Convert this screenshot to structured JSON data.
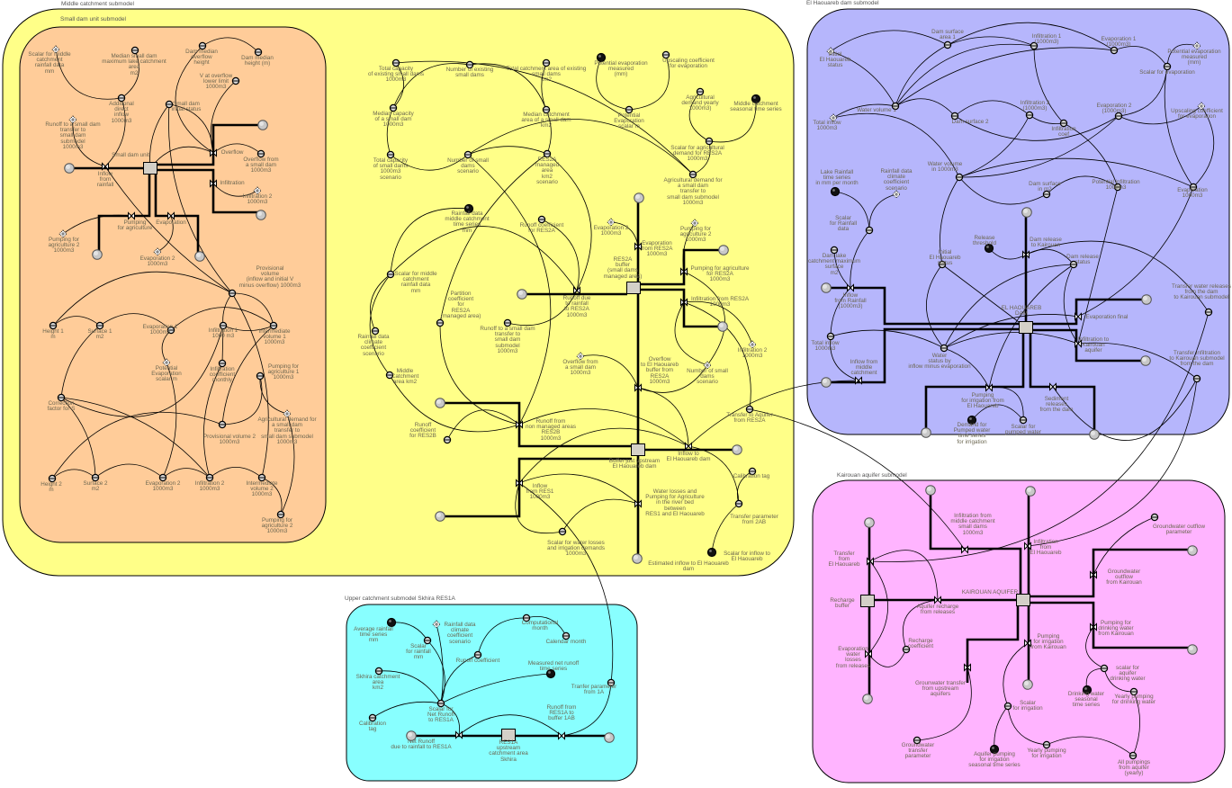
{
  "titles": {
    "middle": "Middle catchment submodel",
    "small_dam": "Small dam unit submodel",
    "haouareb": "El Haouareb dam submodel",
    "kairouan": "Kairouan aquifer submodel",
    "upper": "Upper catchment submodel Skhira RES1A"
  },
  "colors": {
    "middle": "#ffff88",
    "small_dam": "#ffcc99",
    "haouareb": "#b6b6fc",
    "kairouan": "#ffb4ff",
    "upper": "#88ffff",
    "stock": "#d4d0c8",
    "cloud": "#c8c8c8"
  },
  "nodes": {
    "sd-scalar-rain": {
      "label": "Scalar for middle\ncatchment\nrainfall data\nmm",
      "icon": "ghost"
    },
    "sd-median-area": {
      "label": "Median small dam\nmaximum lake catchment\narea\nm2",
      "icon": "conv"
    },
    "sd-overflow-height": {
      "label": "Dam median\noverflow\nheight",
      "icon": "conv"
    },
    "sd-median-height": {
      "label": "Dam median\nheight (m)",
      "icon": "conv"
    },
    "sd-v-overflow": {
      "label": "V at overflow\nlower limit\n1000m3",
      "icon": "conv"
    },
    "sd-additional-inflow": {
      "label": "Additional\ndirect\ninflow\n1000m3",
      "icon": "conv"
    },
    "sd-initial-status": {
      "label": "Small dam\ninitial status",
      "icon": "conv"
    },
    "sd-runoff-transfer": {
      "label": "Runoff to a small dam\ntransfer to\nsmall dam\nsubmodel\n1000m3",
      "icon": "ghost"
    },
    "sd-stock": {
      "label": "Small dam unit",
      "icon": "stock"
    },
    "sd-inflow-rain": {
      "label": "Inflow\nfrom\nrainfall",
      "icon": "valve"
    },
    "sd-overflow": {
      "label": "Overflow",
      "icon": "valve"
    },
    "sd-overflow-from": {
      "label": "Overflow from\na small dam\n1000m3",
      "icon": "conv"
    },
    "sd-infiltration": {
      "label": "Infiltration",
      "icon": "valve"
    },
    "sd-infiltration2-ghost": {
      "label": "Infiltration 2\n1000m3",
      "icon": "ghost"
    },
    "sd-pumping": {
      "label": "Pumping\nfor agriculture",
      "icon": "valve"
    },
    "sd-evaporation": {
      "label": "Evaporation",
      "icon": "valve"
    },
    "sd-pumping2-ghost": {
      "label": "Pumping for\nagriculture 2\n1000m3",
      "icon": "ghost"
    },
    "sd-evaporation2-ghost": {
      "label": "Evaporation 2\n1000m3",
      "icon": "ghost"
    },
    "sd-provisional": {
      "label": "Provisional\nvolume\n(inflow and initial V\nminus overflow) 1000m3",
      "icon": "conv"
    },
    "sd-height1": {
      "label": "Height 1\nm",
      "icon": "conv"
    },
    "sd-surface1": {
      "label": "Surface 1\nm2",
      "icon": "conv"
    },
    "sd-evap1": {
      "label": "Evaporation 1\n1000m3",
      "icon": "conv"
    },
    "sd-infil1": {
      "label": "Infiltration 1\n1000 m3",
      "icon": "conv"
    },
    "sd-intermediate1": {
      "label": "Intermediate\nvolume 1\n1000m3",
      "icon": "conv"
    },
    "sd-pot-evap": {
      "label": "Potential\nEvaporation\nscalar m",
      "icon": "ghost"
    },
    "sd-infil-coef": {
      "label": "Infiltration\ncoefficient\nmonthly",
      "icon": "conv"
    },
    "sd-pumping1": {
      "label": "Pumping for\nagriculture 1\n1000m3",
      "icon": "conv"
    },
    "sd-correction": {
      "label": "Correction\nfactor for S",
      "icon": "conv"
    },
    "sd-agri-demand": {
      "label": "Agricultural demand for\na small dam\ntransfer to\nsmall dam submodel\n1000m3",
      "icon": "ghost"
    },
    "sd-provisional2": {
      "label": "Provisional volume 2\n1000m3",
      "icon": "conv"
    },
    "sd-height2": {
      "label": "Height 2\nm",
      "icon": "conv"
    },
    "sd-surface2": {
      "label": "Surface 2\nm2",
      "icon": "conv"
    },
    "sd-evap2": {
      "label": "Evaporation 2\n1000m3",
      "icon": "conv"
    },
    "sd-infil2": {
      "label": "Infiltration 2\n1000m3",
      "icon": "conv"
    },
    "sd-intermediate2": {
      "label": "Intermediate\nvolume 2\n1000m3",
      "icon": "conv"
    },
    "sd-pumping2": {
      "label": "Pumping for\nagriculture 2\n1000m3",
      "icon": "conv"
    },
    "mc-total-cap-existing": {
      "label": "Total capacity\nof existing small dams\n1000m3",
      "icon": "conv"
    },
    "mc-number-existing": {
      "label": "Number of existing\nsmall dams",
      "icon": "conv"
    },
    "mc-total-area-existing": {
      "label": "Total catchment area of existing\nsmall dams\nkm2",
      "icon": "conv"
    },
    "mc-pot-evap-measured": {
      "label": "Potential evaporation\nmeasured\n(mm)",
      "icon": "data"
    },
    "mc-upscaling": {
      "label": "Upscaling coefficient\nfor evaporation",
      "icon": "conv"
    },
    "mc-median-cap": {
      "label": "Median capacity\nof a small dam\n1000m3",
      "icon": "conv"
    },
    "mc-median-area": {
      "label": "Median catchment\narea of a small dam\nkm2",
      "icon": "conv"
    },
    "mc-pot-evap-scalar": {
      "label": "Potential\nEvaporation\nscalar m",
      "icon": "conv"
    },
    "mc-agri-yearly": {
      "label": "Agricultural\ndemand yearly\n1000m3)",
      "icon": "conv"
    },
    "mc-seasonal": {
      "label": "Middle catchment\nseasonal time series",
      "icon": "data"
    },
    "mc-total-cap-scenario": {
      "label": "Total capacity\nof small dams\n1000m3\nscenario",
      "icon": "conv"
    },
    "mc-number-scenario": {
      "label": "Number of small\ndams\nscenario",
      "icon": "conv"
    },
    "mc-res2a-area": {
      "label": "RES2A\nmanaged\narea\nkm2\nscenario",
      "icon": "conv"
    },
    "mc-scalar-agri": {
      "label": "Scalar for agricultural\ndemand for RES2A\n1000m3",
      "icon": "conv"
    },
    "mc-agri-demand": {
      "label": "Agricultural demand for\na small dam\ntransfer to\nsmall dam submodel\n1000m3",
      "icon": "conv"
    },
    "mc-rain-series": {
      "label": "Rainfall data\nmiddle catchment\ntime series\nmm",
      "icon": "data"
    },
    "mc-runoff-coef-2a": {
      "label": "Runoff coefficient\nfor RES2A",
      "icon": "conv"
    },
    "mc-evap2-ghost": {
      "label": "Evaporation 2\n1000m3",
      "icon": "ghost"
    },
    "mc-pump2-ghost": {
      "label": "Pumping for\nagriculture 2\n1000m3",
      "icon": "ghost"
    },
    "mc-evap-res2a": {
      "label": "Evaporation\nfrom RES2A\n1000m3",
      "icon": "valve"
    },
    "mc-res2a-stock": {
      "label": "RES2A\nbuffer\n(small dams\nmanaged area)",
      "icon": "stock"
    },
    "mc-pump-res2a": {
      "label": "Pumping for agriculture\nfor RES2A\n1000m3",
      "icon": "valve"
    },
    "mc-infil-res2a": {
      "label": "Infiltration from RES2A\n1000m3",
      "icon": "valve"
    },
    "mc-scalar-rain": {
      "label": "Scalar for middle\ncatchment\nrainfall data\nmm",
      "icon": "conv"
    },
    "mc-partition": {
      "label": "Partition\ncoefficient\nfor\nRES2A\n(managed area)",
      "icon": "conv"
    },
    "mc-runoff-res2a": {
      "label": "Runoff due\nto rainfall\nto RES2A\n1000m3",
      "icon": "valve"
    },
    "mc-runoff-transfer": {
      "label": "Runoff to a small dam\ntransfer to\nsmall dam\nsubmodel\n1000m3",
      "icon": "conv"
    },
    "mc-rain-climate": {
      "label": "Rainfall data\nclimate\ncoefficient\nscenario",
      "icon": "conv"
    },
    "mc-infil2-ghost": {
      "label": "Infiltration 2\n1000m3",
      "icon": "ghost"
    },
    "mc-overflow-ghost": {
      "label": "Overflow from\na small dam\n1000m3",
      "icon": "ghost"
    },
    "mc-overflow-haouareb": {
      "label": "Overflow\nto El Haouareb\nbuffer from\nRES2A\n1000m3",
      "icon": "valve"
    },
    "mc-number-ghost": {
      "label": "Number of small\ndams\nscenario",
      "icon": "ghost"
    },
    "mc-catchment-area": {
      "label": "Middle\nCatchment\narea km2",
      "icon": "conv"
    },
    "mc-runoff-res2b": {
      "label": "Runoff from\nnon managed areas\nRES2B\n1000m3",
      "icon": "valve"
    },
    "mc-runoff-coef-2b": {
      "label": "Runoff\ncoefficient\nfor RES2B",
      "icon": "conv"
    },
    "mc-buffer-stock": {
      "label": "Buffer just upstream\nEl Haouareb dam",
      "icon": "stock"
    },
    "mc-inflow-haouareb": {
      "label": "Inflow to\nEl Haouareb dam",
      "icon": "valve"
    },
    "mc-transfer-aquifer": {
      "label": "Transfer to Aquifer\nfrom RES2A",
      "icon": "conv"
    },
    "mc-inflow-res1": {
      "label": "Inflow\nfrom RES1\n1000m3",
      "icon": "valve"
    },
    "mc-calibration": {
      "label": "Calibration tag",
      "icon": "conv"
    },
    "mc-water-losses": {
      "label": "Water losses and\nPumping for Agriculture\nin the river bed\nbetween\nRES1 and El Haouareb",
      "icon": "valve"
    },
    "mc-transfer-2ab": {
      "label": "Transfer parameter\nfrom 2AB",
      "icon": "conv"
    },
    "mc-scalar-losses": {
      "label": "Scalar for water losses\nand irrigation demands\n1000m3",
      "icon": "conv"
    },
    "mc-scalar-inflow": {
      "label": "Scalar for inflow to\nEl Haouareb",
      "icon": "data"
    },
    "mc-estimated-inflow": {
      "label": "Estimated inflow to El Haouareb\ndam",
      "icon": "cloud"
    },
    "eh-dam-surface1": {
      "label": "Dam surface\narea 1",
      "icon": "conv"
    },
    "eh-infil1": {
      "label": "Infiltration 1\n(1000m3)",
      "icon": "conv"
    },
    "eh-evap1": {
      "label": "Evaporation 1\n(1000m3)",
      "icon": "conv"
    },
    "eh-pot-evap": {
      "label": "Potential evaporation\nmeasured\n(mm)",
      "icon": "ghost"
    },
    "eh-initial-ghost": {
      "label": "Initial\nEl Haouareb\nstatus",
      "icon": "ghost"
    },
    "eh-scalar-evap": {
      "label": "Scalar for evaporation",
      "icon": "conv"
    },
    "eh-water-volume1": {
      "label": "Water volume 1",
      "icon": "conv"
    },
    "eh-total-inflow-ghost": {
      "label": "Total inflow\n1000m3",
      "icon": "ghost"
    },
    "eh-dam-surface2": {
      "label": "Dam surface 2",
      "icon": "conv"
    },
    "eh-infil2": {
      "label": "Infiltration 2\n(1000m3)",
      "icon": "conv"
    },
    "eh-infil-coef": {
      "label": "Infiltration\ncoef",
      "icon": "conv"
    },
    "eh-evap2": {
      "label": "Evaporation 2\n(1000m3)",
      "icon": "conv"
    },
    "eh-upscaling": {
      "label": "Upscaling coefficient\nfor evaporation",
      "icon": "ghost"
    },
    "eh-water-volume": {
      "label": "Water volume\nin 1000m3",
      "icon": "conv"
    },
    "eh-lake-rain": {
      "label": "Lake Rainfall\ntime series\nin mm per month",
      "icon": "data"
    },
    "eh-rain-climate": {
      "label": "Rainfall data\nclimate\ncoefficient\nscenario",
      "icon": "ghost"
    },
    "eh-dam-surface-m2": {
      "label": "Dam surface\nin m2",
      "icon": "conv"
    },
    "eh-pot-infil": {
      "label": "Potential infiltration\n1000m3",
      "icon": "conv"
    },
    "eh-evaporation": {
      "label": "Evaporation\n1000m3",
      "icon": "conv"
    },
    "eh-scalar-rain": {
      "label": "Scalar\nfor Rainfall\ndata",
      "icon": "conv"
    },
    "eh-release-threshold": {
      "label": "Release\nthreshold",
      "icon": "data"
    },
    "eh-release-kairouan": {
      "label": "Dam release\nto Kairouan",
      "icon": "valve"
    },
    "eh-release-status": {
      "label": "Dam release\nstatus",
      "icon": "conv"
    },
    "eh-initial-status": {
      "label": "Initial\nEl Haouareb\nstatus",
      "icon": "conv"
    },
    "eh-lake-max-surface": {
      "label": "Dam lake\ncatchment maximum\nsurface\nm2",
      "icon": "conv"
    },
    "eh-dam-stock": {
      "label": "EL HAOUAREB\nDAM",
      "icon": "stock"
    },
    "eh-inflow-rain": {
      "label": "Inflow\nfrom Rainfall\n(1000m3)",
      "icon": "valve"
    },
    "eh-transfer-releases": {
      "label": "Transfer water releases\nfrom the dam\nto Kairouan submodel",
      "icon": "conv"
    },
    "eh-evap-final": {
      "label": "Evaporation final",
      "icon": "valve"
    },
    "eh-total-inflow": {
      "label": "Total inflow\n1000m3",
      "icon": "conv"
    },
    "eh-infil-kairouan": {
      "label": "Infiltration to\nKairouan\naquifer",
      "icon": "valve"
    },
    "eh-water-status": {
      "label": "Water\nstatus by\ninflow minus evaporation",
      "icon": "conv"
    },
    "eh-inflow-middle": {
      "label": "Inflow from\nmiddle\ncatchment",
      "icon": "valve"
    },
    "eh-transfer-infil": {
      "label": "Transfer infiltration\nto Kairouan submodel\nfrom the dam",
      "icon": "conv"
    },
    "eh-pumping-irrigation": {
      "label": "Pumping\nfor irrigation from\nEl Haouareb",
      "icon": "valve"
    },
    "eh-sediment": {
      "label": "Sediment\nreleases\nfrom the dam",
      "icon": "valve"
    },
    "eh-demand-pumped": {
      "label": "Demand for\nPumped water\ntime series\nfor irrigation",
      "icon": "data"
    },
    "eh-scalar-pumped": {
      "label": "Scalar for\npumped water",
      "icon": "conv"
    },
    "ka-infil-middle": {
      "label": "Infiltration from\nmiddle catchment\nsmall dams\n1000m3",
      "icon": "valve"
    },
    "ka-infil-haouareb": {
      "label": "Infiltration\nfrom\nEl Haouareb",
      "icon": "valve"
    },
    "ka-gw-outflow-param": {
      "label": "Groundwater outflow\nparameter",
      "icon": "conv"
    },
    "ka-transfer-haouareb": {
      "label": "Transfer\nfrom\nEl Haouareb",
      "icon": "valve"
    },
    "ka-gw-outflow": {
      "label": "Groundwater\noutflow\nfrom Kairouan",
      "icon": "valve"
    },
    "ka-aquifer-stock": {
      "label": "KAIROUAN AQUIFER",
      "icon": "stock"
    },
    "ka-recharge-buffer": {
      "label": "Recharge\nbuffer",
      "icon": "stock"
    },
    "ka-aquifer-recharge": {
      "label": "Aquifer recharge\nfrom releases",
      "icon": "valve"
    },
    "ka-pumping-drinking": {
      "label": "Pumping for\ndrinking water\nfrom Kairouan",
      "icon": "valve"
    },
    "ka-pumping-irrigation": {
      "label": "Pumping\nfor irrigation\nfrom Kairouan",
      "icon": "valve"
    },
    "ka-recharge-coef": {
      "label": "Recharge\ncoefficient",
      "icon": "conv"
    },
    "ka-evap-losses": {
      "label": "Evaporation\nwater\nlosses\nfrom releases",
      "icon": "valve"
    },
    "ka-gw-transfer": {
      "label": "Grounwater transfer\nfrom upstream\naquifers",
      "icon": "valve"
    },
    "ka-scalar-drinking": {
      "label": "scalar for\naquifer\ndrinking water",
      "icon": "conv"
    },
    "ka-drinking-series": {
      "label": "Drinking water\nseasonal\ntime series",
      "icon": "data"
    },
    "ka-yearly-drinking": {
      "label": "Yearly pumping\nfor drinking water",
      "icon": "conv"
    },
    "ka-scalar-irrigation": {
      "label": "Scalar\nfor irrigation",
      "icon": "conv"
    },
    "ka-gw-transfer-param": {
      "label": "Groundwater\ntransfer\nparameter",
      "icon": "conv"
    },
    "ka-irrigation-series": {
      "label": "Aquifer pumping\nfor irrigation\nseasonal time series",
      "icon": "data"
    },
    "ka-yearly-irrigation": {
      "label": "Yearly pumping\nfor irrigation",
      "icon": "conv"
    },
    "ka-all-pumpings": {
      "label": "All pumpings\nfrom aquifer\n(yearly)",
      "icon": "conv"
    },
    "uc-avg-rain": {
      "label": "Average rainfall\ntime series\nmm",
      "icon": "data"
    },
    "uc-scalar-rain": {
      "label": "Scalar\nfor rainfall\nmm",
      "icon": "conv"
    },
    "uc-rain-climate": {
      "label": "Rainfall data\nclimate\ncoefficient\nscenario",
      "icon": "ghost"
    },
    "uc-comp-month": {
      "label": "Computational\nmonth",
      "icon": "conv"
    },
    "uc-cal-month": {
      "label": "Calendar month",
      "icon": "conv"
    },
    "uc-runoff-coef": {
      "label": "Runoff coefficient",
      "icon": "conv"
    },
    "uc-measured-runoff": {
      "label": "Measured net runoff\ntime series",
      "icon": "data"
    },
    "uc-skhira-area": {
      "label": "Skhira catchment\narea\nkm2",
      "icon": "conv"
    },
    "uc-transfer-1a": {
      "label": "Tranfer parameter\nfrom 1A",
      "icon": "conv"
    },
    "uc-scalar-net": {
      "label": "Scalar for\nNet Runoff\nto RES1A",
      "icon": "conv"
    },
    "uc-calibration": {
      "label": "Calibration\ntag",
      "icon": "conv"
    },
    "uc-runoff-1ab": {
      "label": "Runoff from\nRES1A to\nbuffer 1AB",
      "icon": "valve"
    },
    "uc-net-runoff": {
      "label": "Net Runoff\ndue to rainfall to RES1A",
      "icon": "valve"
    },
    "uc-res1a-stock": {
      "label": "RES1A\nupstream\ncatchment area\nSkhira",
      "icon": "stock"
    }
  }
}
